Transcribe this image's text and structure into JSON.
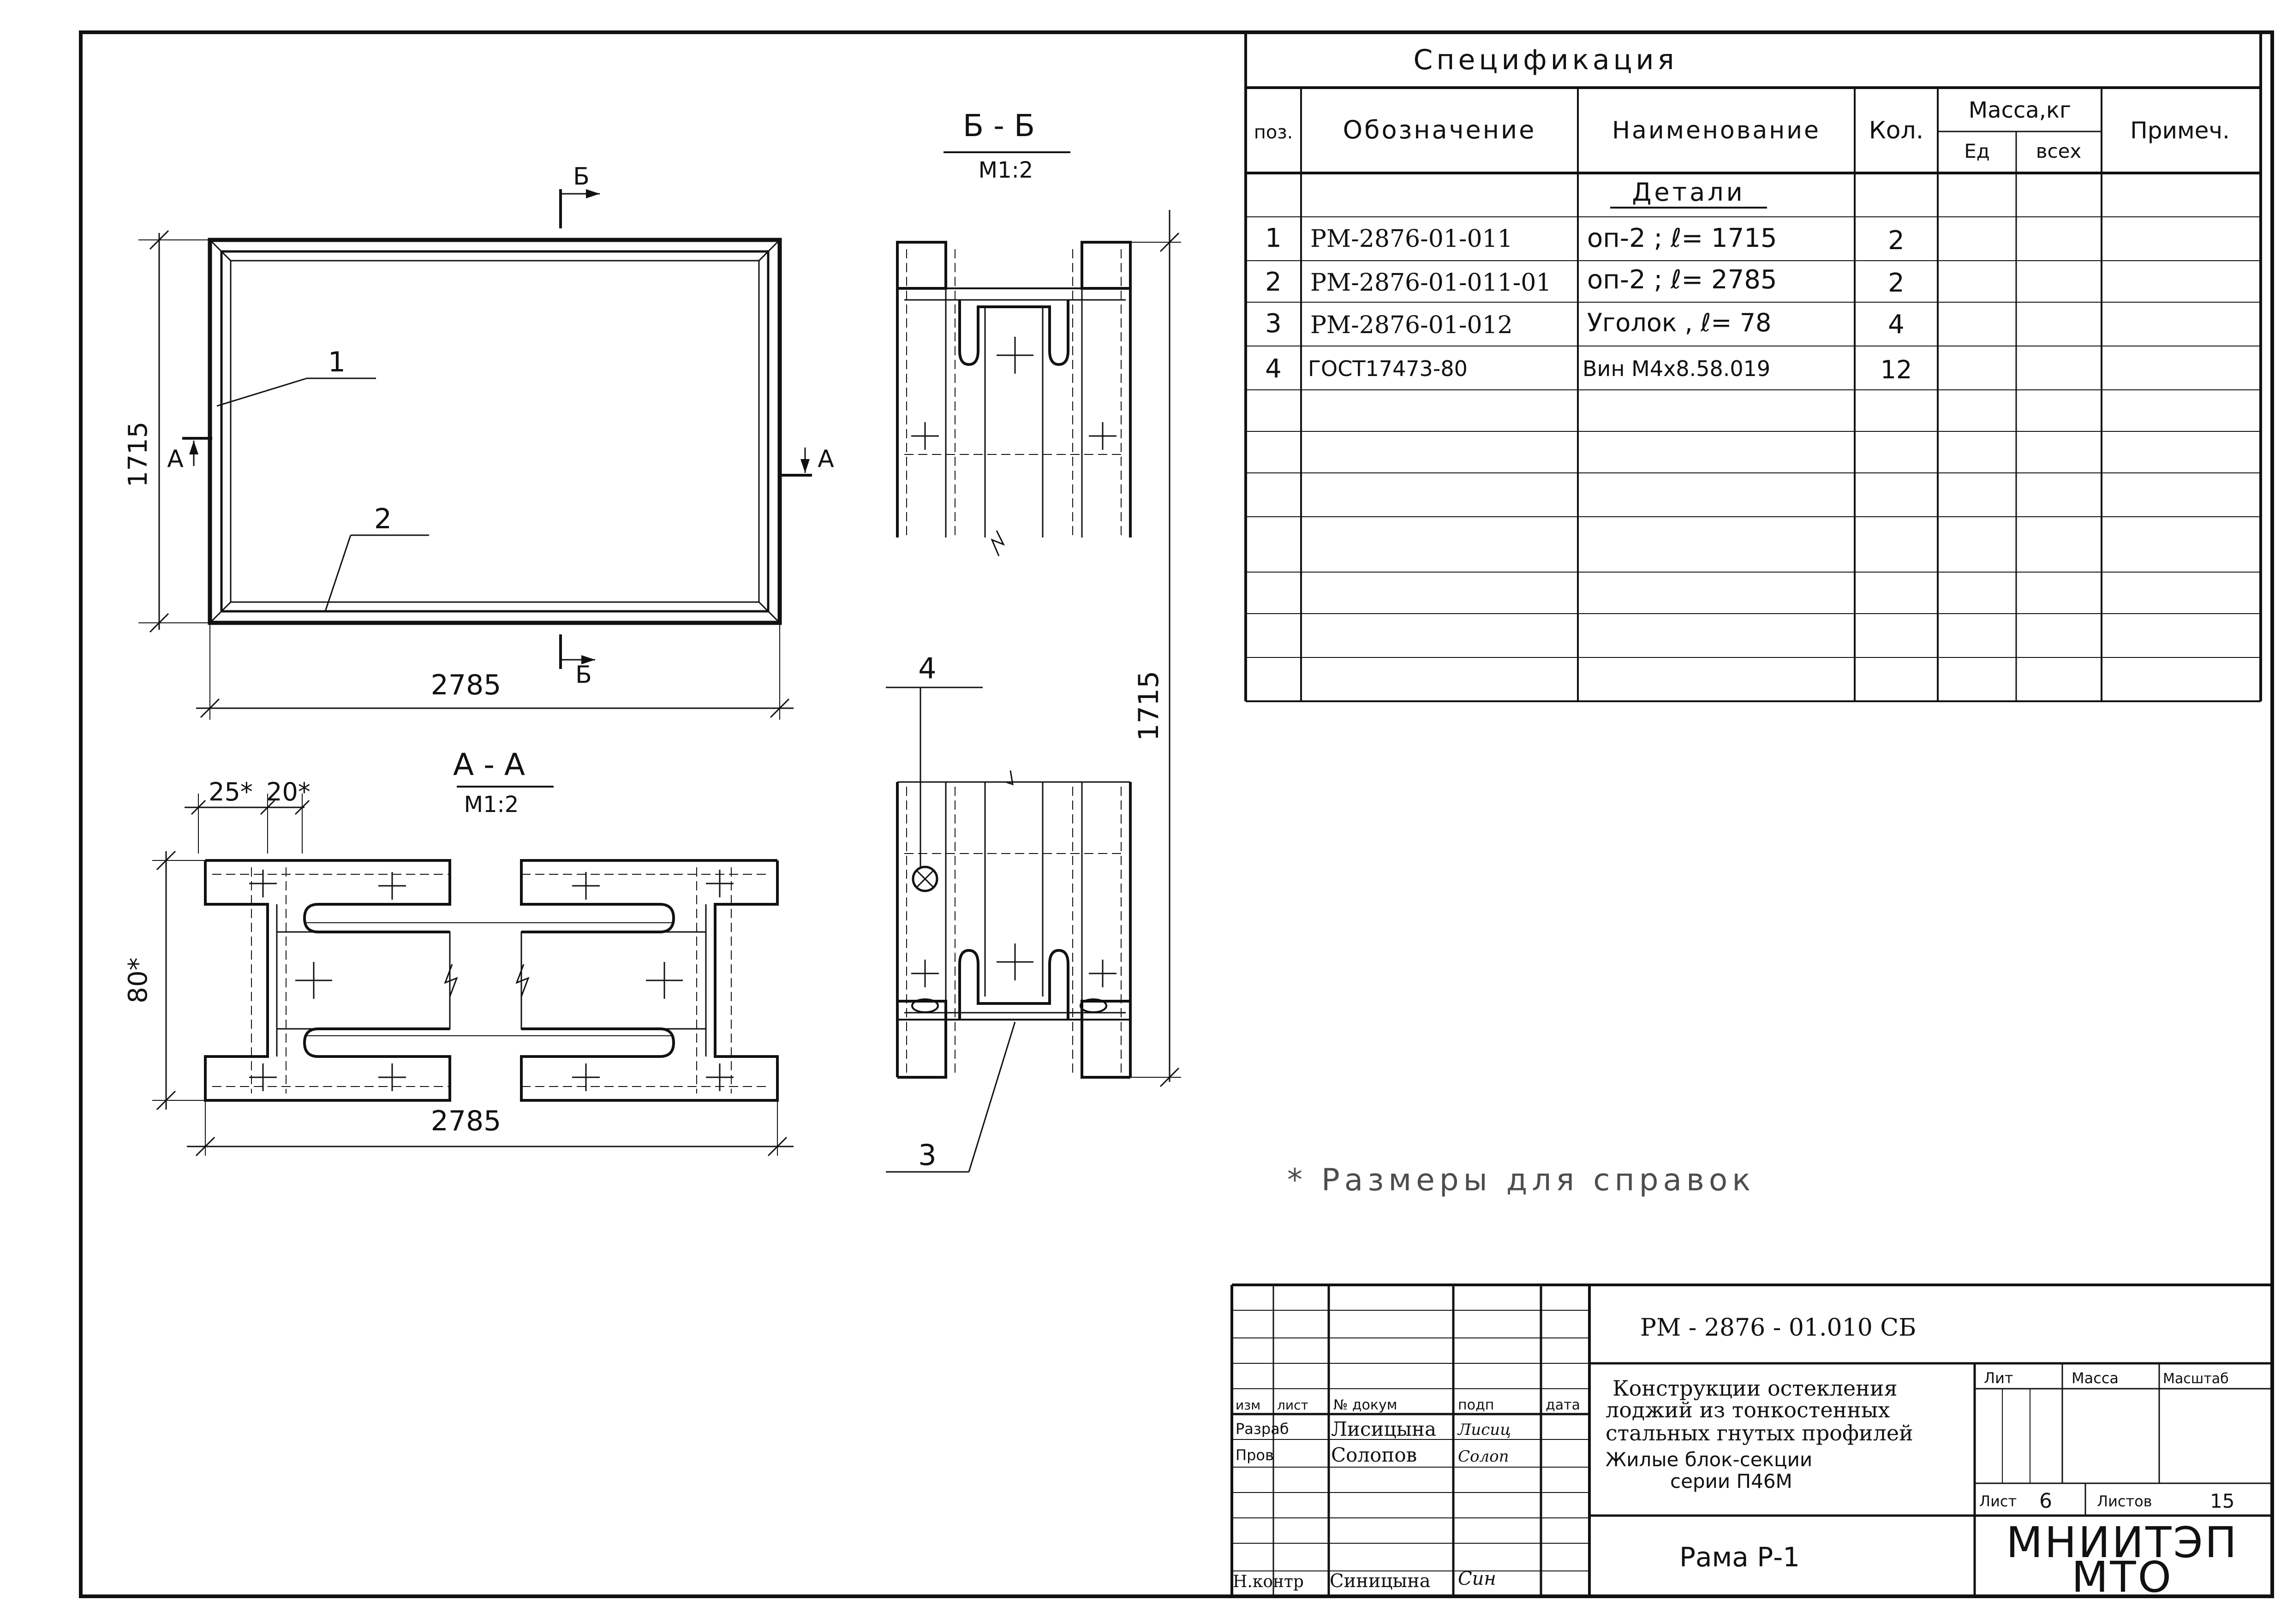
{
  "drawing": {
    "section_bb": "Б - Б",
    "section_bb_scale": "М1:2",
    "section_aa": "А - А",
    "section_aa_scale": "М1:2",
    "mark_b": "Б",
    "mark_a": "А",
    "dim_height": "1715",
    "dim_width": "2785",
    "dim_25": "25*",
    "dim_20": "20*",
    "dim_80": "80*",
    "pos_1": "1",
    "pos_2": "2",
    "pos_3": "3",
    "pos_4": "4",
    "note": "* Размеры для справок"
  },
  "spec": {
    "title": "Спецификация",
    "headers": {
      "pos": "поз.",
      "designation": "Обозначение",
      "name": "Наименование",
      "qty": "Кол.",
      "mass": "Масса,кг",
      "mass_unit": "Ед",
      "mass_total": "всех",
      "note": "Примеч."
    },
    "section_label": "Детали",
    "rows": [
      {
        "pos": "1",
        "designation": "РМ-2876-01-011",
        "name": "оп-2 ; ℓ= 1715",
        "qty": "2"
      },
      {
        "pos": "2",
        "designation": "РМ-2876-01-011-01",
        "name": "оп-2 ; ℓ= 2785",
        "qty": "2"
      },
      {
        "pos": "3",
        "designation": "РМ-2876-01-012",
        "name": "Уголок , ℓ= 78",
        "qty": "4"
      },
      {
        "pos": "4",
        "designation": "ГОСТ17473-80",
        "name": "Вин М4х8.58.019",
        "qty": "12"
      }
    ]
  },
  "title_block": {
    "doc_code": "РМ - 2876 - 01.010 СБ",
    "project_line1": "Конструкции остекления",
    "project_line2": "лоджий из тонкостенных",
    "project_line3": "стальных гнутых профилей",
    "project_line4": "Жилые блок-секции",
    "project_line5": "серии П46М",
    "drawing_name": "Рама Р-1",
    "col_izm": "изм",
    "col_list": "лист",
    "col_doc": "№ докум",
    "col_sign": "подп",
    "col_date": "дата",
    "role_dev": "Разраб",
    "role_check": "Пров",
    "role_nkontr": "Н.контр",
    "name_dev": "Лисицына",
    "name_check": "Солопов",
    "name_nkontr": "Синицына",
    "sig_dev": "Лисиц",
    "sig_check": "Солоп",
    "sig_nkontr": "Син",
    "lit_label": "Лит",
    "mass_label": "Масса",
    "scale_label": "Масштаб",
    "sheet_label": "Лист",
    "sheet_no": "6",
    "sheets_label": "Листов",
    "sheets_total": "15",
    "org_line1": "МНИИТЭП",
    "org_line2": "МТО"
  }
}
